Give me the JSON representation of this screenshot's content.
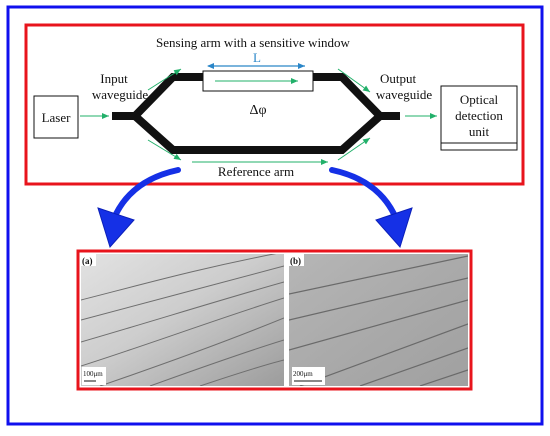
{
  "colors": {
    "outer_border": "#1010ee",
    "frame_red": "#e8141c",
    "waveguide": "#111111",
    "arrow_green": "#22b06a",
    "dimension_blue": "#2a86c8",
    "big_arrow_blue": "#1530e6"
  },
  "diagram": {
    "title": "Sensing arm with a sensitive window",
    "length_label": "L",
    "phase_label": "Δφ",
    "input_label_line1": "Input",
    "input_label_line2": "waveguide",
    "output_label_line1": "Output",
    "output_label_line2": "waveguide",
    "laser_label": "Laser",
    "detector_line1": "Optical",
    "detector_line2": "detection",
    "detector_line3": "unit",
    "reference_label": "Reference arm"
  },
  "micrographs": {
    "panel_a": {
      "tag": "(a)",
      "scale": "100μm"
    },
    "panel_b": {
      "tag": "(b)",
      "scale": "200μm"
    }
  }
}
